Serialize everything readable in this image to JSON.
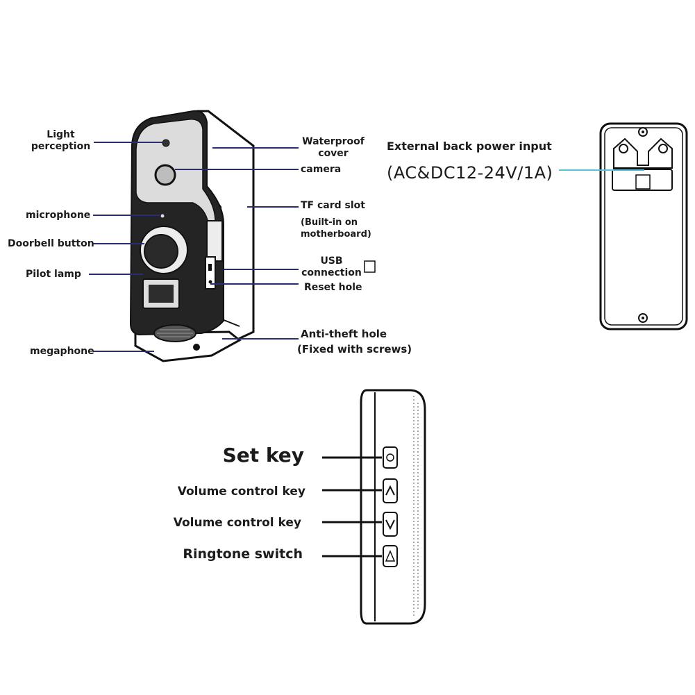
{
  "colors": {
    "leader_front": "#2b2e6e",
    "leader_power": "#55c2d6",
    "outline": "#111111",
    "body": "#222222"
  },
  "front_unit": {
    "labels": {
      "light_perception": [
        "Light",
        "perception"
      ],
      "microphone": "microphone",
      "doorbell_button": "Doorbell button",
      "pilot_lamp": "Pilot lamp",
      "megaphone": "megaphone",
      "waterproof_cover": [
        "Waterproof",
        "cover"
      ],
      "camera": "camera",
      "tf_card_slot": "TF card slot",
      "tf_card_note": [
        "(Built-in on",
        "motherboard)"
      ],
      "usb_connection": [
        "USB",
        "connection"
      ],
      "reset_hole": "Reset hole",
      "anti_theft_hole": "Anti-theft hole",
      "anti_theft_note": "(Fixed with screws)"
    }
  },
  "back_plate": {
    "title": "External back power input",
    "spec": "(AC&DC12-24V/1A)"
  },
  "chime_unit": {
    "keys": [
      "Set key",
      "Volume control key",
      "Volume control key",
      "Ringtone switch"
    ]
  }
}
